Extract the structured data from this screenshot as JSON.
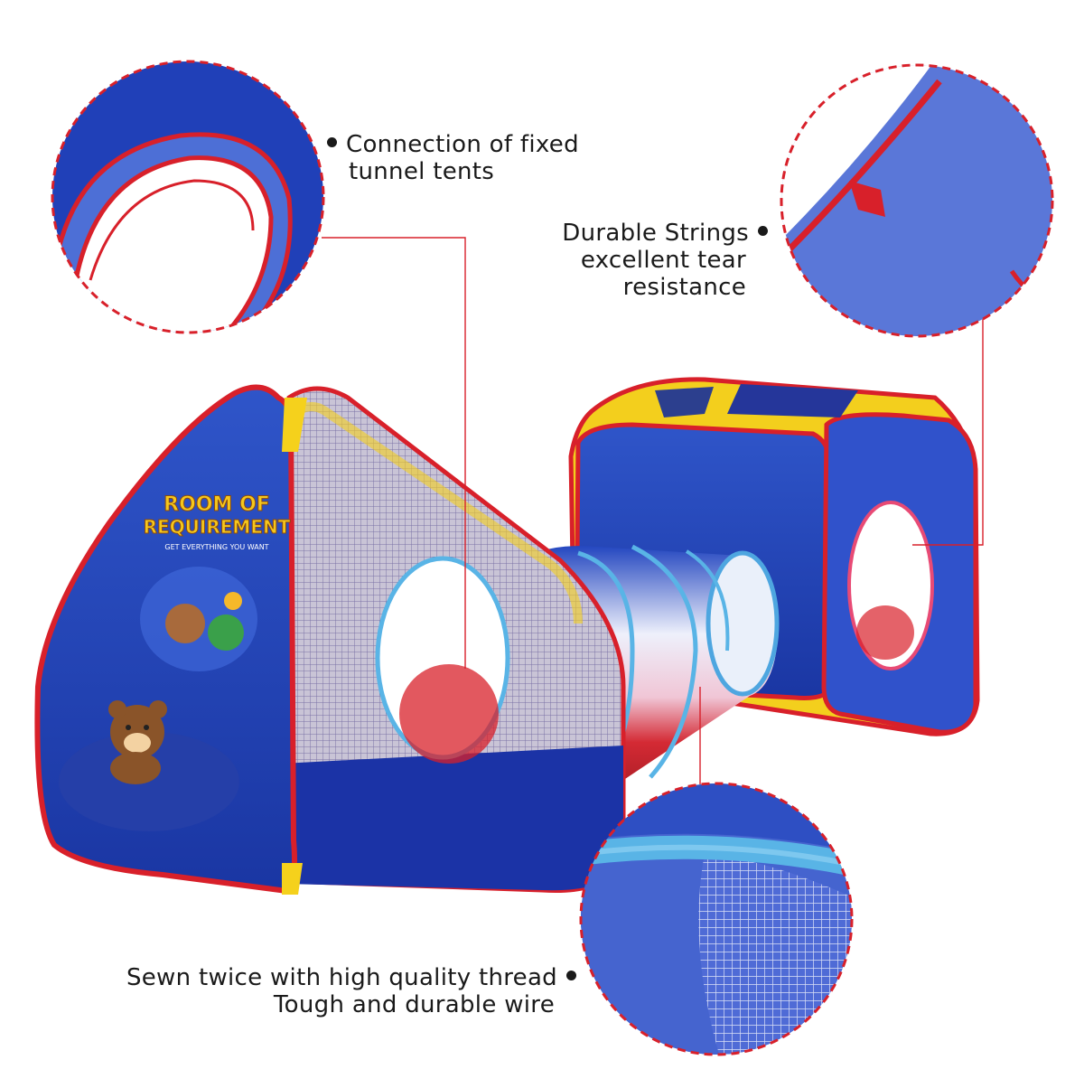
{
  "callouts": {
    "tunnel_connection": {
      "line1": "Connection of fixed",
      "line2": "tunnel tents"
    },
    "durable_strings": {
      "line1": "Durable Strings",
      "line2": "excellent tear",
      "line3": "resistance"
    },
    "sewn_twice": {
      "line1": "Sewn twice with high quality thread",
      "line2": "Tough and durable wire"
    }
  },
  "tent_print": {
    "brand_line1": "ROOM OF",
    "brand_line2": "REQUIREMENT",
    "slogan": "GET EVERYTHING YOU WANT"
  },
  "colors": {
    "tent_blue": "#1e3fb0",
    "light_blue": "#5d78d8",
    "piping_red": "#d8202a",
    "accent_yellow": "#f5d11c",
    "sky_blue_ring": "#59b4e6",
    "callout_red_dashed": "#d8202a"
  }
}
